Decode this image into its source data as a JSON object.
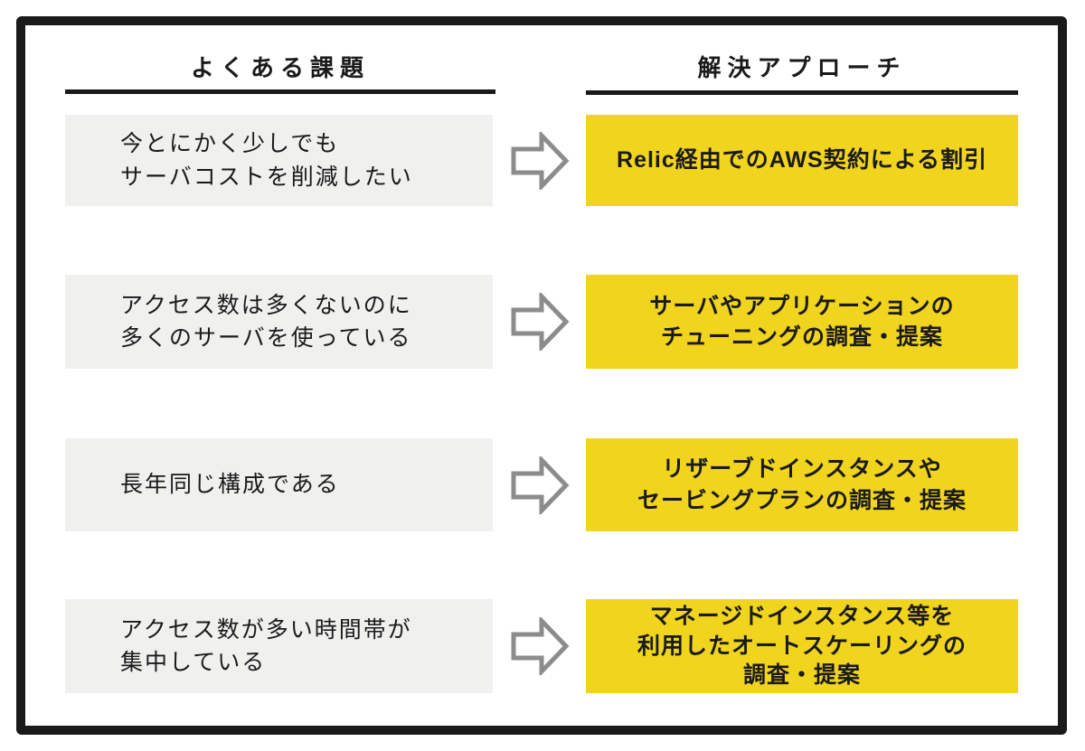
{
  "diagram": {
    "columns": {
      "problems_header": "よくある課題",
      "solutions_header": "解決アプローチ"
    },
    "rows": [
      {
        "problem_lines": [
          "今とにかく少しでも",
          "サーバコストを削減したい"
        ],
        "solution_lines": [
          "Relic経由でのAWS契約による割引"
        ]
      },
      {
        "problem_lines": [
          "アクセス数は多くないのに",
          "多くのサーバを使っている"
        ],
        "solution_lines": [
          "サーバやアプリケーションの",
          "チューニングの調査・提案"
        ]
      },
      {
        "problem_lines": [
          "長年同じ構成である"
        ],
        "solution_lines": [
          "リザーブドインスタンスや",
          "セービングプランの調査・提案"
        ]
      },
      {
        "problem_lines": [
          "アクセス数が多い時間帯が",
          "集中している"
        ],
        "solution_lines": [
          "マネージドインスタンス等を",
          "利用したオートスケーリングの",
          "調査・提案"
        ]
      }
    ],
    "icons": {
      "arrow": "right-block-arrow"
    },
    "colors": {
      "ink": "#1a1a1a",
      "highlight": "#f0d41e",
      "panel": "#f0f0ef",
      "arrow": "#8c8c8c"
    }
  }
}
